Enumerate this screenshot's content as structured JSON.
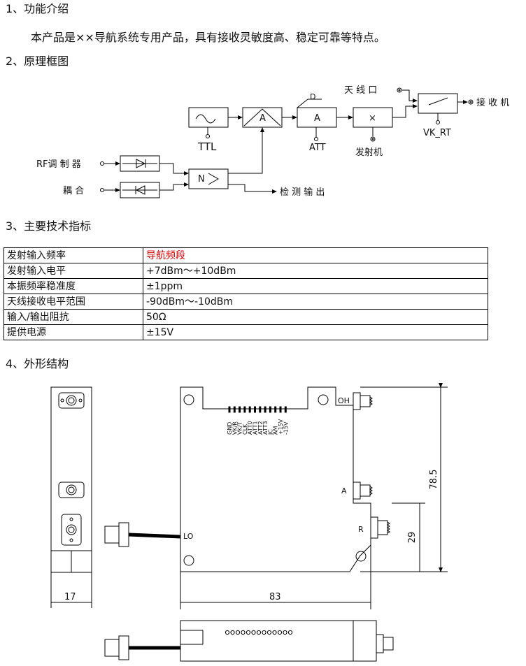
{
  "sections": {
    "s1": "1、功能介绍",
    "s1_body": "本产品是××导航系统专用产品，具有接收灵敏度高、稳定可靠等特点。",
    "s2": "2、原理框图",
    "s3": "3、主要技术指标",
    "s4": "4、外形结构"
  },
  "block_diagram": {
    "antenna_port": "天 线 口",
    "receiver": "接 收 机",
    "ttl": "TTL",
    "att": "ATT",
    "transmitter": "发射机",
    "vk_rt": "VK_RT",
    "d_label": "D",
    "amp_a1": "A",
    "amp_a2": "A",
    "mixer_x": "×",
    "rf_mod": "RF调 制 器",
    "coupling": "耦 合",
    "n_block": "N",
    "detect_out": "检 测 输 出"
  },
  "specs": [
    {
      "name": "发射输入频率",
      "value": "导航频段",
      "highlight": "#d40000"
    },
    {
      "name": "发射输入电平",
      "value": "+7dBm～+10dBm"
    },
    {
      "name": "本振频率稳准度",
      "value": "±1ppm"
    },
    {
      "name": "天线接收电平范围",
      "value": "-90dBm～-10dBm"
    },
    {
      "name": "输入/输出阻抗",
      "value": "50Ω"
    },
    {
      "name": "提供电源",
      "value": "±15V"
    }
  ],
  "outline": {
    "pins": [
      "GND",
      "VK/R",
      "VK/T",
      "CLK",
      "ATT0",
      "ATT1",
      "ATT2",
      "ATT3",
      "JC",
      "AM",
      "+15V",
      "-15V"
    ],
    "port_oh": "OH",
    "port_a": "A",
    "port_r": "R",
    "port_lo": "LO",
    "dim_height": "78.5",
    "dim_29": "29",
    "dim_17": "17",
    "dim_83": "83"
  }
}
